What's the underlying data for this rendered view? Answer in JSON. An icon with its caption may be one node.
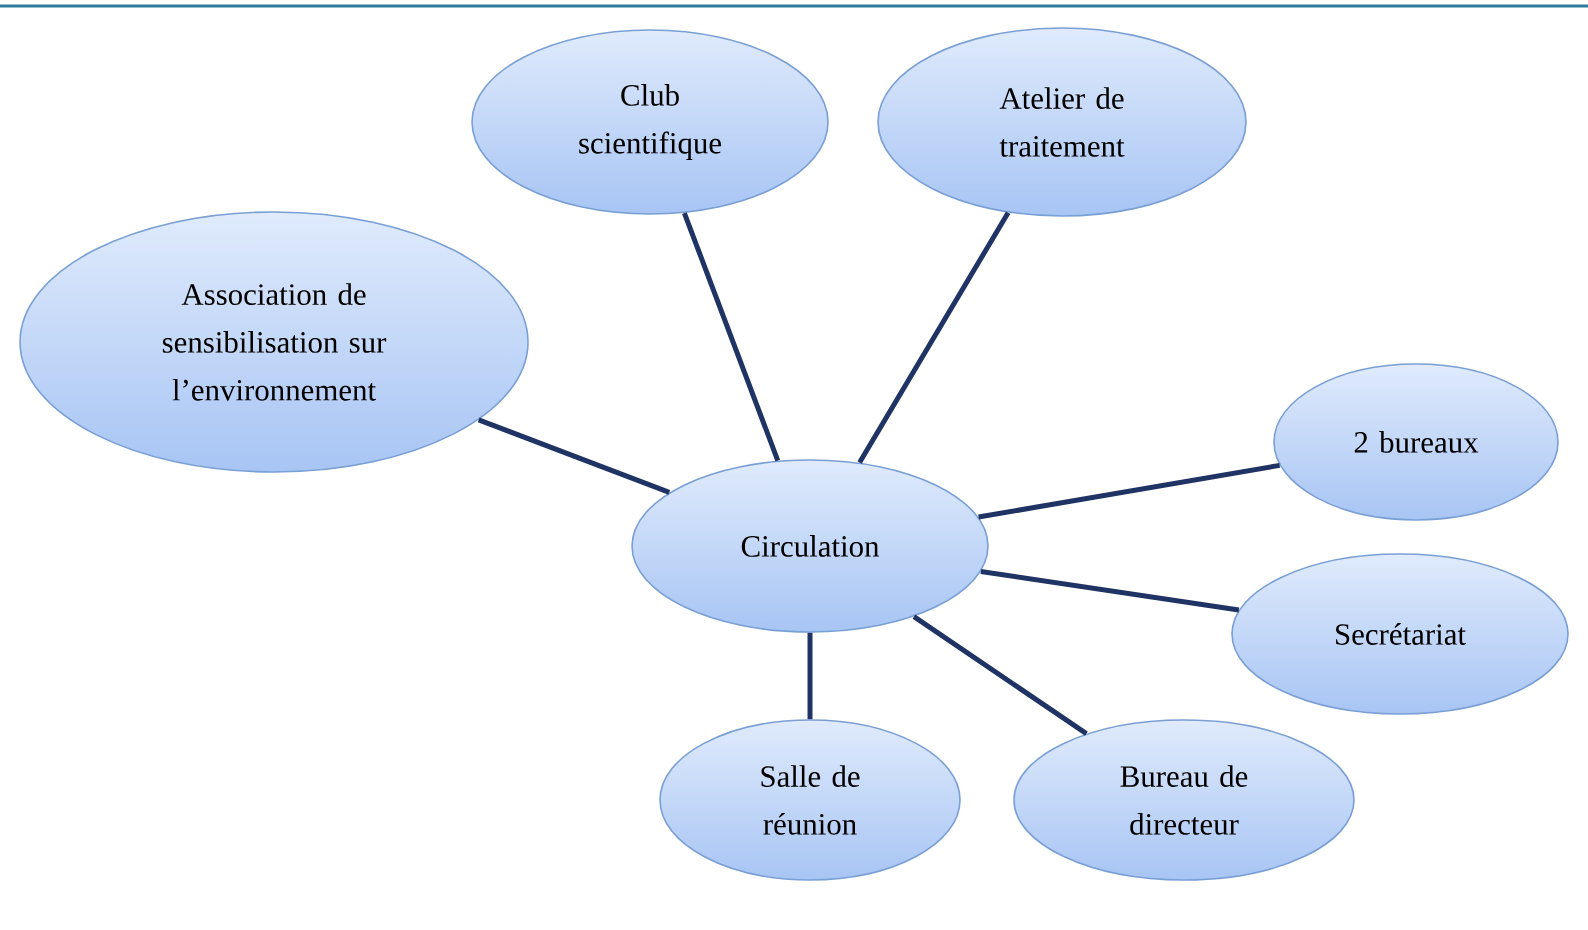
{
  "diagram": {
    "nodes": [
      {
        "text": [
          "Club scientifique"
        ]
      },
      {
        "text": [
          "Atelier de traitement"
        ]
      },
      {
        "text": [
          "Association de sensibilisation sur l’environnement"
        ]
      },
      {
        "text": [
          "2 bureaux"
        ]
      },
      {
        "text": [
          "Circulation"
        ]
      },
      {
        "text": [
          "Secrétariat"
        ]
      },
      {
        "text": [
          "Salle de réunion"
        ]
      },
      {
        "text": [
          "Bureau de directeur"
        ]
      }
    ],
    "edges": [
      {
        "from": 4,
        "to": 0,
        "arrow": "none"
      },
      {
        "from": 4,
        "to": 1,
        "arrow": "none"
      },
      {
        "from": 4,
        "to": 2,
        "arrow": "none"
      },
      {
        "from": 4,
        "to": 3,
        "arrow": "none"
      },
      {
        "from": 4,
        "to": 5,
        "arrow": "none"
      },
      {
        "from": 4,
        "to": 6,
        "arrow": "none"
      },
      {
        "from": 4,
        "to": 7,
        "arrow": "none"
      }
    ]
  }
}
